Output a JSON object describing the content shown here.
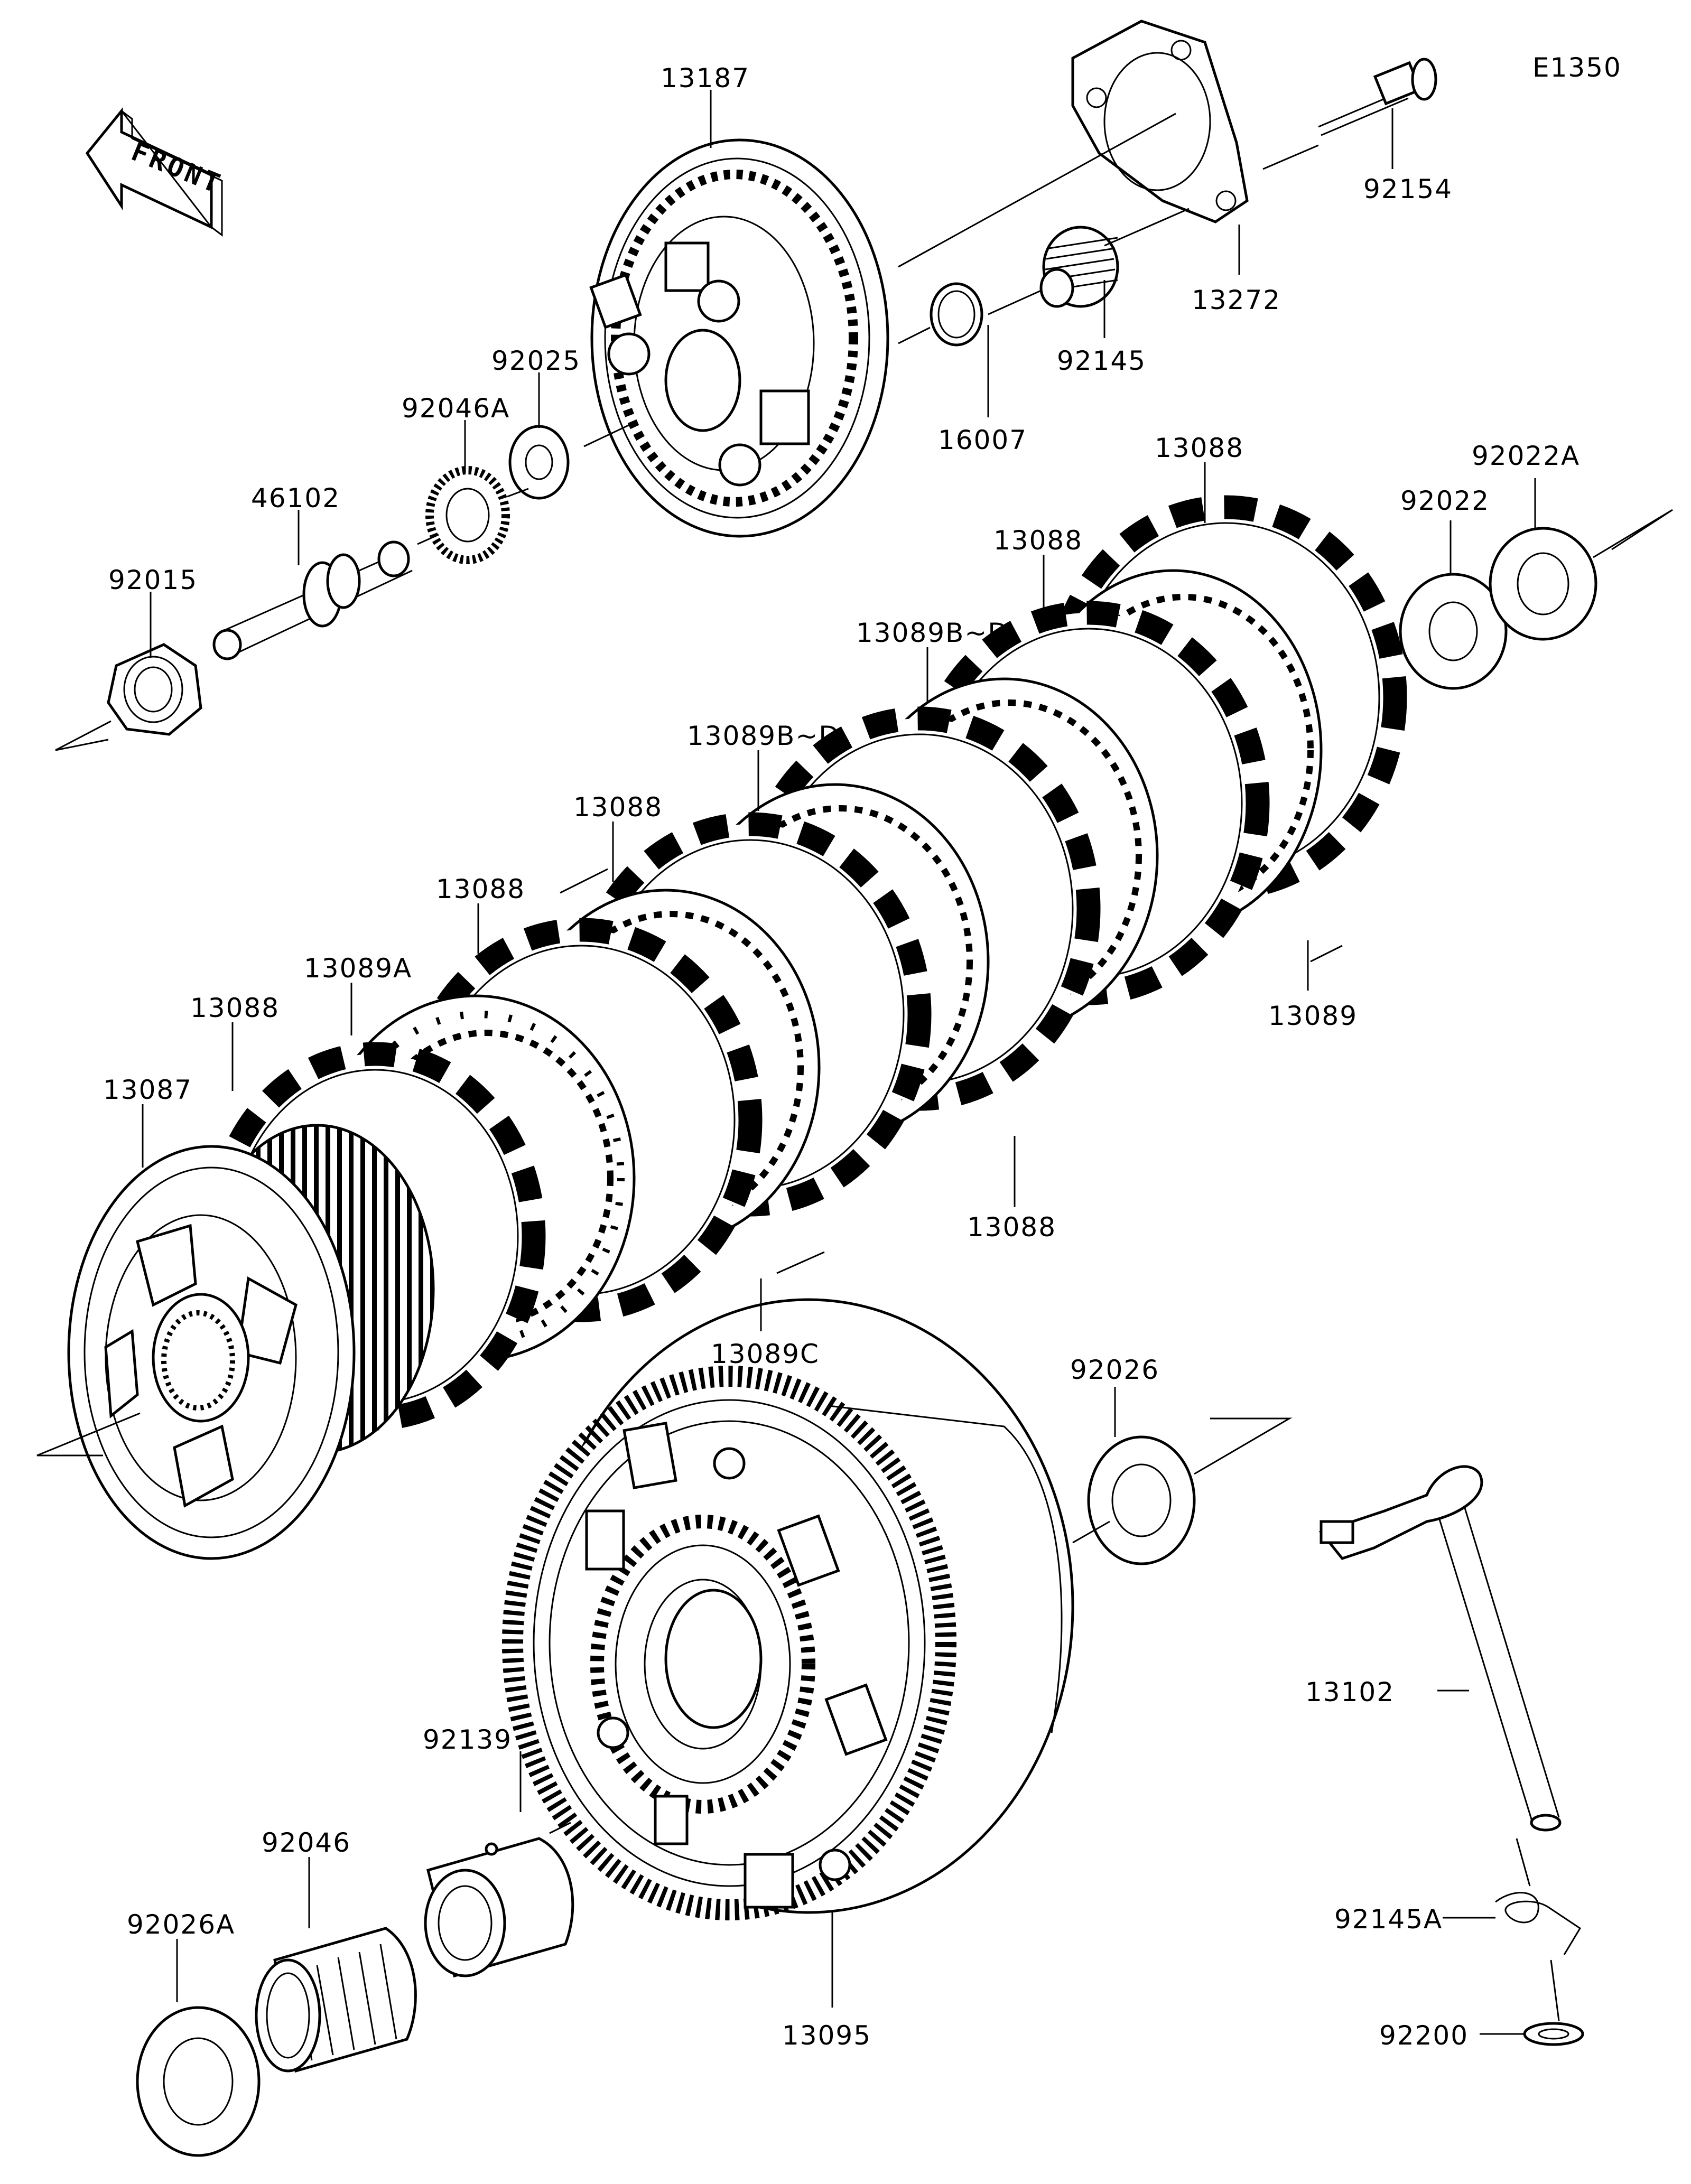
{
  "diagram_code": "E1350",
  "front_arrow_label": "FRONT",
  "labels": {
    "p13187": "13187",
    "p92154": "92154",
    "p13272": "13272",
    "p92145": "92145",
    "p16007": "16007",
    "p92025": "92025",
    "p92046A": "92046A",
    "p46102": "46102",
    "p92015": "92015",
    "p13088_a": "13088",
    "p92022A": "92022A",
    "p92022": "92022",
    "p13088_b": "13088",
    "p13089BD_a": "13089B~D",
    "p13089BD_b": "13089B~D",
    "p13088_c": "13088",
    "p13088_d": "13088",
    "p13089A": "13089A",
    "p13088_e": "13088",
    "p13087": "13087",
    "p13089": "13089",
    "p13088_f": "13088",
    "p13089C": "13089C",
    "p92026": "92026",
    "p13102": "13102",
    "p92139": "92139",
    "p92046": "92046",
    "p92145A": "92145A",
    "p92026A": "92026A",
    "p92200": "92200",
    "p13095": "13095"
  }
}
